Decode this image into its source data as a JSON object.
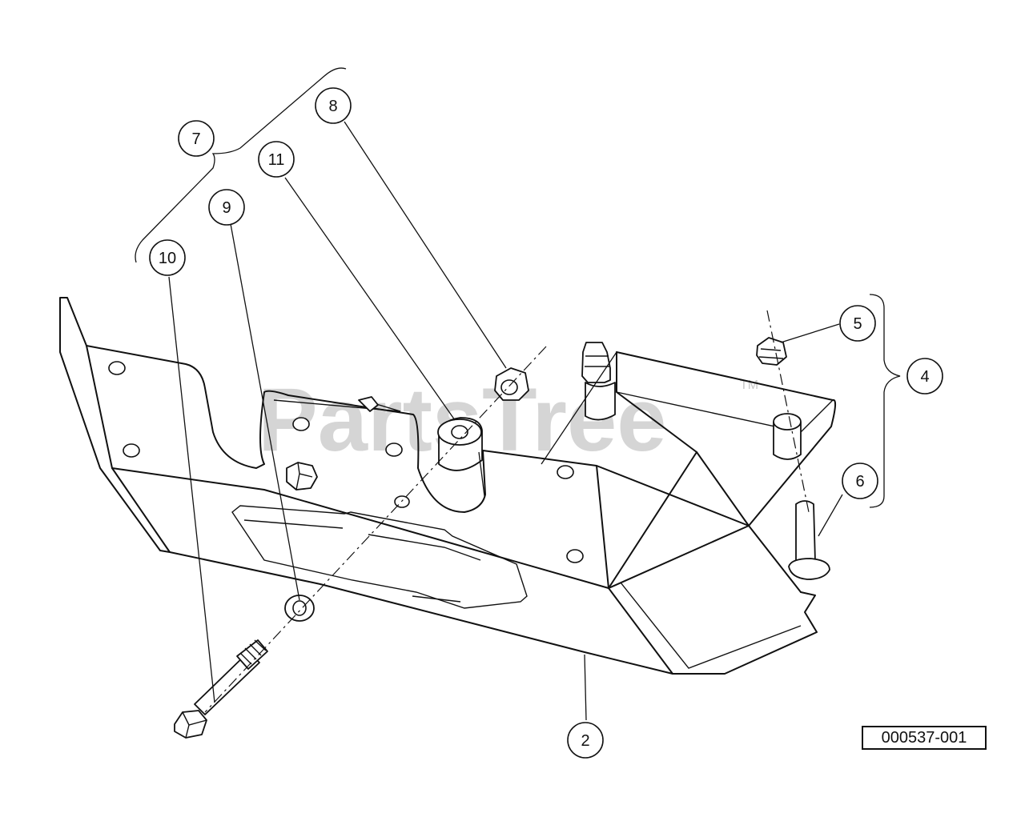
{
  "watermark": {
    "text": "PartsTree",
    "tm": "TM"
  },
  "reference_number": "000537-001",
  "callouts": {
    "c2": "2",
    "c4": "4",
    "c5": "5",
    "c6": "6",
    "c7": "7",
    "c8": "8",
    "c9": "9",
    "c10": "10",
    "c11": "11"
  }
}
